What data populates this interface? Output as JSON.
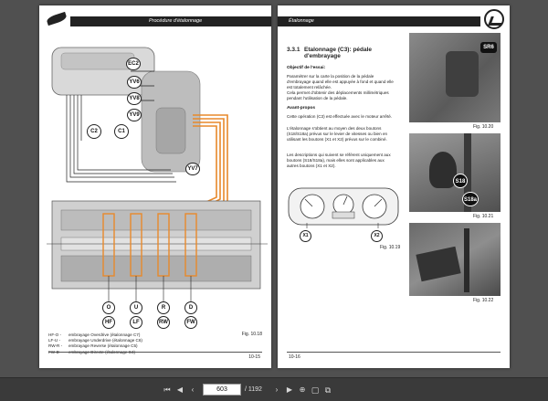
{
  "left_page": {
    "header_title": "Procédure d'étalonnage",
    "diagram_labels": {
      "ec2": "EC2",
      "yv6": "YV6",
      "yv8": "YV8",
      "yv9": "YV9",
      "yv7": "YV7",
      "c2": "C2",
      "c1": "C1"
    },
    "mode_top": [
      "O",
      "U",
      "R",
      "D"
    ],
    "mode_bottom": [
      "HF",
      "LF",
      "RW",
      "FW"
    ],
    "figure_label": "Fig. 10.18",
    "legend": [
      {
        "code": "HF-O -",
        "text": "embrayage Overdrive (étalonnage C7)"
      },
      {
        "code": "LF-U -",
        "text": "embrayage Underdrive (étalonnage C6)"
      },
      {
        "code": "RW-R -",
        "text": "embrayage Reverse (étalonnage C5)"
      },
      {
        "code": "FW-D -",
        "text": "embrayage Directe (étalonnage C4)"
      }
    ],
    "page_number": "10-15"
  },
  "right_page": {
    "header_title": "Étalonnage",
    "section_number": "3.3.1",
    "section_title": "Etalonnage (C3): pédale d'embrayage",
    "objective_heading": "Objectif de l'essai:",
    "objective_p1": "Paramétrer sur la carte la position de la pédale d'embrayage quand elle est appuyée à fond et quand elle est totalement relâchée.",
    "objective_p2": "Cela permet d'obtenir des déplacements millimétriques pendant l'utilisation de la pédale.",
    "foreword_heading": "Avant-propos",
    "foreword_p1": "Cette opération (C3) est effectuée avec le moteur arrêté.",
    "foreword_p2": "L'étalonnage s'obtient au moyen des deux boutons (S18/S18a) prévus sur le levier de vitesses ou bien en utilisant les boutons (X1 et X2) prévus sur le combiné.",
    "foreword_p3": "Les descriptions qui suivent se réfèrent uniquement aux boutons (S18/S18a), mais elles sont applicables aux autres boutons (X1 et X2).",
    "dash_labels": {
      "x1": "X1",
      "x2": "X2"
    },
    "photo_labels": {
      "sr6": "SR6",
      "s18": "S18",
      "s18a": "S18a"
    },
    "figure_labels": [
      "Fig. 10.19",
      "Fig. 10.20",
      "Fig. 10.21",
      "Fig. 10.22"
    ],
    "page_number": "10-16"
  },
  "toolbar": {
    "current_page": "603",
    "total_pages": "/ 1192"
  }
}
